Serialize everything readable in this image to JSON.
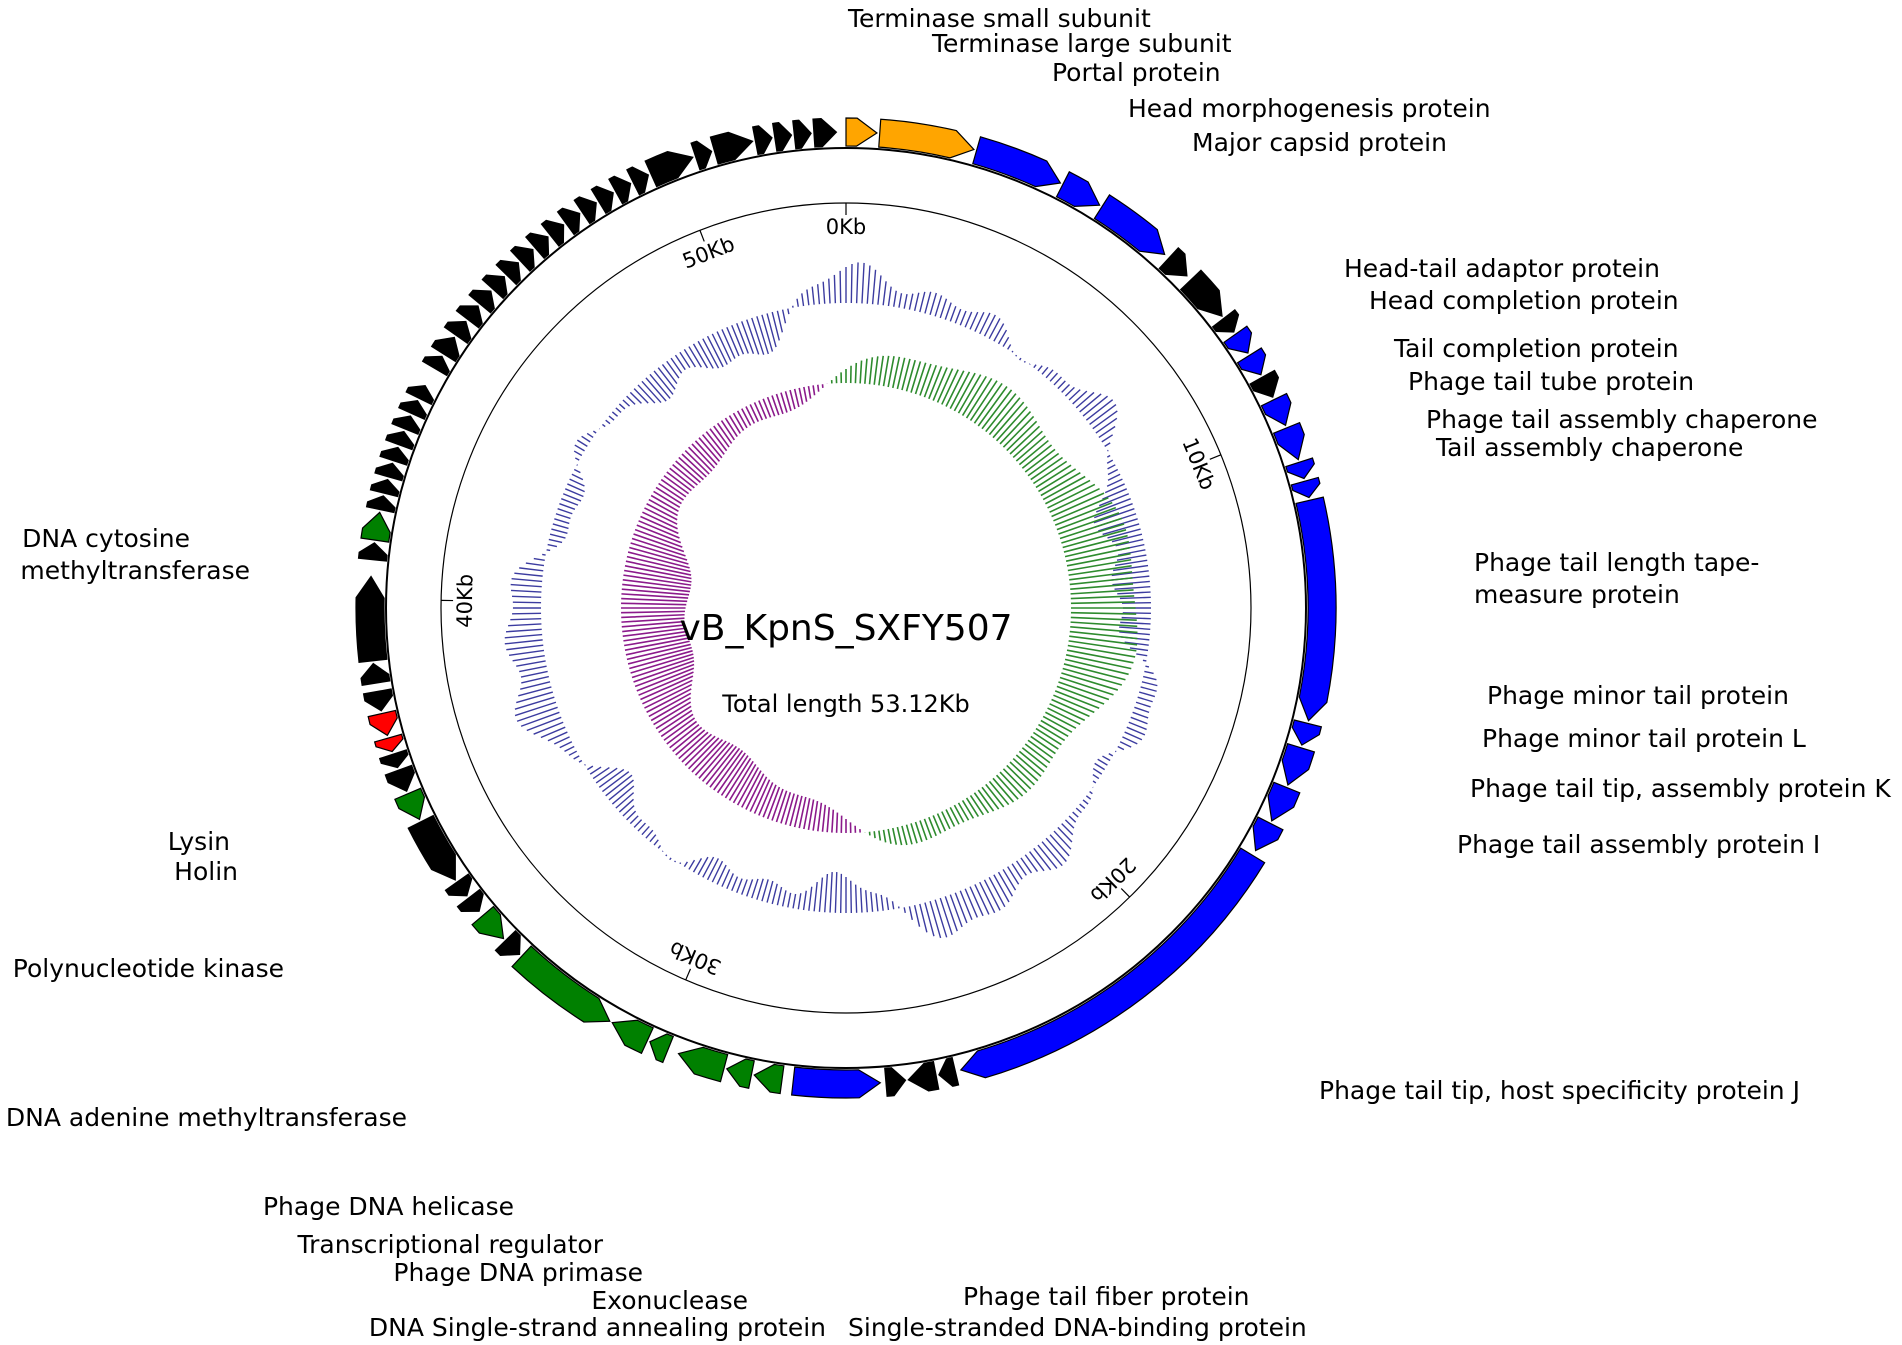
{
  "title": "vB_KpnS_SXFY507",
  "subtitle": "Total length 53.12Kb",
  "genome_kb": 53.12,
  "colors": {
    "packaging": "#FFA500",
    "structural": "#0000FF",
    "replication": "#008000",
    "lysis": "#FF0000",
    "hypothetical": "#000000",
    "gc_content": "#3C3CA0",
    "gc_skew_pos": "#2E8B2E",
    "gc_skew_neg": "#8B1A8B"
  },
  "scale_ticks": [
    {
      "kb": 0,
      "label": "0Kb"
    },
    {
      "kb": 10,
      "label": "10Kb"
    },
    {
      "kb": 20,
      "label": "20Kb"
    },
    {
      "kb": 30,
      "label": "30Kb"
    },
    {
      "kb": 40,
      "label": "40Kb"
    },
    {
      "kb": 50,
      "label": "50Kb"
    }
  ],
  "genes": [
    {
      "start": 0.0,
      "end": 0.55,
      "strand": 1,
      "cat": "packaging"
    },
    {
      "start": 0.6,
      "end": 2.3,
      "strand": 1,
      "cat": "packaging"
    },
    {
      "start": 2.35,
      "end": 3.95,
      "strand": 1,
      "cat": "structural"
    },
    {
      "start": 4.0,
      "end": 4.75,
      "strand": 1,
      "cat": "structural"
    },
    {
      "start": 4.8,
      "end": 6.2,
      "strand": 1,
      "cat": "structural"
    },
    {
      "start": 6.3,
      "end": 6.75,
      "strand": 1,
      "cat": "hypothetical"
    },
    {
      "start": 6.85,
      "end": 7.7,
      "strand": 1,
      "cat": "hypothetical"
    },
    {
      "start": 7.75,
      "end": 8.05,
      "strand": 1,
      "cat": "hypothetical"
    },
    {
      "start": 8.1,
      "end": 8.5,
      "strand": 1,
      "cat": "structural"
    },
    {
      "start": 8.55,
      "end": 8.95,
      "strand": 1,
      "cat": "structural"
    },
    {
      "start": 9.0,
      "end": 9.4,
      "strand": 1,
      "cat": "hypothetical"
    },
    {
      "start": 9.45,
      "end": 9.95,
      "strand": 1,
      "cat": "structural"
    },
    {
      "start": 10.0,
      "end": 10.6,
      "strand": 1,
      "cat": "structural"
    },
    {
      "start": 10.65,
      "end": 10.95,
      "strand": 1,
      "cat": "structural"
    },
    {
      "start": 11.0,
      "end": 11.3,
      "strand": 1,
      "cat": "structural"
    },
    {
      "start": 11.35,
      "end": 15.3,
      "strand": 1,
      "cat": "structural"
    },
    {
      "start": 15.35,
      "end": 15.75,
      "strand": 1,
      "cat": "structural"
    },
    {
      "start": 15.8,
      "end": 16.5,
      "strand": 1,
      "cat": "structural"
    },
    {
      "start": 16.55,
      "end": 17.2,
      "strand": 1,
      "cat": "structural"
    },
    {
      "start": 17.25,
      "end": 17.8,
      "strand": 1,
      "cat": "structural"
    },
    {
      "start": 17.9,
      "end": 24.5,
      "strand": 1,
      "cat": "structural"
    },
    {
      "start": 24.6,
      "end": 24.9,
      "strand": 1,
      "cat": "hypothetical"
    },
    {
      "start": 24.95,
      "end": 25.45,
      "strand": 1,
      "cat": "hypothetical"
    },
    {
      "start": 25.5,
      "end": 25.85,
      "strand": -1,
      "cat": "hypothetical"
    },
    {
      "start": 25.95,
      "end": 27.5,
      "strand": -1,
      "cat": "structural"
    },
    {
      "start": 27.7,
      "end": 28.2,
      "strand": 1,
      "cat": "replication"
    },
    {
      "start": 28.25,
      "end": 28.7,
      "strand": 1,
      "cat": "replication"
    },
    {
      "start": 28.75,
      "end": 29.6,
      "strand": 1,
      "cat": "replication"
    },
    {
      "start": 29.8,
      "end": 30.15,
      "strand": 1,
      "cat": "replication"
    },
    {
      "start": 30.2,
      "end": 30.9,
      "strand": 1,
      "cat": "replication"
    },
    {
      "start": 30.95,
      "end": 32.9,
      "strand": -1,
      "cat": "replication"
    },
    {
      "start": 32.95,
      "end": 33.3,
      "strand": -1,
      "cat": "hypothetical"
    },
    {
      "start": 33.35,
      "end": 33.9,
      "strand": -1,
      "cat": "replication"
    },
    {
      "start": 34.0,
      "end": 34.3,
      "strand": -1,
      "cat": "hypothetical"
    },
    {
      "start": 34.35,
      "end": 34.65,
      "strand": -1,
      "cat": "hypothetical"
    },
    {
      "start": 34.7,
      "end": 35.9,
      "strand": -1,
      "cat": "hypothetical"
    },
    {
      "start": 35.95,
      "end": 36.45,
      "strand": -1,
      "cat": "replication"
    },
    {
      "start": 36.5,
      "end": 36.9,
      "strand": -1,
      "cat": "hypothetical"
    },
    {
      "start": 36.95,
      "end": 37.2,
      "strand": -1,
      "cat": "hypothetical"
    },
    {
      "start": 37.25,
      "end": 37.5,
      "strand": -1,
      "cat": "lysis"
    },
    {
      "start": 37.55,
      "end": 37.95,
      "strand": -1,
      "cat": "lysis"
    },
    {
      "start": 38.0,
      "end": 38.35,
      "strand": -1,
      "cat": "hypothetical"
    },
    {
      "start": 38.5,
      "end": 38.85,
      "strand": 1,
      "cat": "hypothetical"
    },
    {
      "start": 38.9,
      "end": 40.4,
      "strand": 1,
      "cat": "hypothetical"
    },
    {
      "start": 40.7,
      "end": 41.0,
      "strand": 1,
      "cat": "hypothetical"
    },
    {
      "start": 41.05,
      "end": 41.55,
      "strand": 1,
      "cat": "replication"
    },
    {
      "start": 41.6,
      "end": 41.85,
      "strand": 1,
      "cat": "hypothetical"
    },
    {
      "start": 41.9,
      "end": 42.15,
      "strand": 1,
      "cat": "hypothetical"
    },
    {
      "start": 42.2,
      "end": 42.45,
      "strand": 1,
      "cat": "hypothetical"
    },
    {
      "start": 42.5,
      "end": 42.75,
      "strand": 1,
      "cat": "hypothetical"
    },
    {
      "start": 42.8,
      "end": 43.05,
      "strand": 1,
      "cat": "hypothetical"
    },
    {
      "start": 43.1,
      "end": 43.35,
      "strand": 1,
      "cat": "hypothetical"
    },
    {
      "start": 43.4,
      "end": 43.65,
      "strand": 1,
      "cat": "hypothetical"
    },
    {
      "start": 43.7,
      "end": 43.95,
      "strand": 1,
      "cat": "hypothetical"
    },
    {
      "start": 44.3,
      "end": 44.55,
      "strand": 1,
      "cat": "hypothetical"
    },
    {
      "start": 44.6,
      "end": 44.95,
      "strand": 1,
      "cat": "hypothetical"
    },
    {
      "start": 45.0,
      "end": 45.3,
      "strand": 1,
      "cat": "hypothetical"
    },
    {
      "start": 45.35,
      "end": 45.65,
      "strand": 1,
      "cat": "hypothetical"
    },
    {
      "start": 45.7,
      "end": 46.0,
      "strand": 1,
      "cat": "hypothetical"
    },
    {
      "start": 46.05,
      "end": 46.35,
      "strand": 1,
      "cat": "hypothetical"
    },
    {
      "start": 46.4,
      "end": 46.7,
      "strand": 1,
      "cat": "hypothetical"
    },
    {
      "start": 46.75,
      "end": 47.05,
      "strand": 1,
      "cat": "hypothetical"
    },
    {
      "start": 47.1,
      "end": 47.4,
      "strand": 1,
      "cat": "hypothetical"
    },
    {
      "start": 47.45,
      "end": 47.75,
      "strand": 1,
      "cat": "hypothetical"
    },
    {
      "start": 47.8,
      "end": 48.1,
      "strand": 1,
      "cat": "hypothetical"
    },
    {
      "start": 48.15,
      "end": 48.45,
      "strand": 1,
      "cat": "hypothetical"
    },
    {
      "start": 48.5,
      "end": 48.8,
      "strand": 1,
      "cat": "hypothetical"
    },
    {
      "start": 48.85,
      "end": 49.15,
      "strand": 1,
      "cat": "hypothetical"
    },
    {
      "start": 49.2,
      "end": 49.5,
      "strand": 1,
      "cat": "hypothetical"
    },
    {
      "start": 49.55,
      "end": 50.35,
      "strand": 1,
      "cat": "hypothetical"
    },
    {
      "start": 50.4,
      "end": 50.7,
      "strand": 1,
      "cat": "hypothetical"
    },
    {
      "start": 50.75,
      "end": 51.45,
      "strand": 1,
      "cat": "hypothetical"
    },
    {
      "start": 51.5,
      "end": 51.8,
      "strand": 1,
      "cat": "hypothetical"
    },
    {
      "start": 51.85,
      "end": 52.15,
      "strand": 1,
      "cat": "hypothetical"
    },
    {
      "start": 52.2,
      "end": 52.5,
      "strand": 1,
      "cat": "hypothetical"
    },
    {
      "start": 52.55,
      "end": 52.95,
      "strand": 1,
      "cat": "hypothetical"
    }
  ],
  "labels": [
    {
      "text": "Terminase small subunit",
      "anchor": "start"
    },
    {
      "text": "Terminase large subunit",
      "anchor": "start"
    },
    {
      "text": "Portal protein",
      "anchor": "start"
    },
    {
      "text": "Head morphogenesis protein",
      "anchor": "start"
    },
    {
      "text": "Major capsid protein",
      "anchor": "start"
    },
    {
      "text": "Head-tail adaptor protein",
      "anchor": "start"
    },
    {
      "text": "Head completion protein",
      "anchor": "start"
    },
    {
      "text": "Tail completion protein",
      "anchor": "start"
    },
    {
      "text": "Phage tail tube protein",
      "anchor": "start"
    },
    {
      "text": "Phage tail assembly chaperone",
      "anchor": "start"
    },
    {
      "text": "Tail assembly chaperone",
      "anchor": "start"
    },
    {
      "text": "Phage tail length tape-",
      "anchor": "start"
    },
    {
      "text": "measure protein",
      "anchor": "start"
    },
    {
      "text": "Phage minor tail protein",
      "anchor": "start"
    },
    {
      "text": "Phage minor tail protein L",
      "anchor": "start"
    },
    {
      "text": "Phage tail tip, assembly protein K",
      "anchor": "start"
    },
    {
      "text": "Phage tail assembly protein I",
      "anchor": "start"
    },
    {
      "text": "Phage tail tip, host specificity protein J",
      "anchor": "start"
    },
    {
      "text": "Phage tail fiber protein",
      "anchor": "start"
    },
    {
      "text": "Single-stranded DNA-binding protein",
      "anchor": "start"
    },
    {
      "text": "DNA Single-strand annealing protein",
      "anchor": "end"
    },
    {
      "text": "Exonuclease",
      "anchor": "end"
    },
    {
      "text": "Phage DNA primase",
      "anchor": "end"
    },
    {
      "text": "Transcriptional regulator",
      "anchor": "end"
    },
    {
      "text": "Phage DNA helicase",
      "anchor": "end"
    },
    {
      "text": "DNA adenine methyltransferase",
      "anchor": "end"
    },
    {
      "text": "Polynucleotide kinase",
      "anchor": "end"
    },
    {
      "text": "Holin",
      "anchor": "end"
    },
    {
      "text": "Lysin",
      "anchor": "end"
    },
    {
      "text": "DNA cytosine",
      "anchor": "end"
    },
    {
      "text": "methyltransferase",
      "anchor": "end"
    }
  ]
}
